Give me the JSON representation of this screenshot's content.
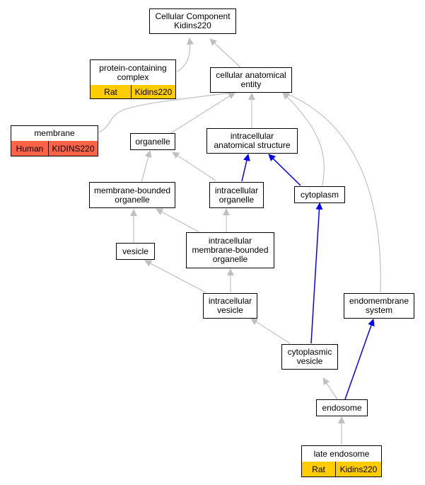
{
  "colors": {
    "is_a_edge": "#c0c0c0",
    "part_of_edge": "#0000ff",
    "rat_fill": "#ffcc00",
    "human_fill": "#ff6347"
  },
  "nodes": {
    "root": {
      "label": "Cellular Component\nKidins220"
    },
    "protein_complex": {
      "label": "protein-containing\ncomplex",
      "species": "Rat",
      "gene": "Kidins220"
    },
    "cellular_anatomical_entity": {
      "label": "cellular anatomical\nentity"
    },
    "membrane": {
      "label": "membrane",
      "species": "Human",
      "gene": "KIDINS220"
    },
    "organelle": {
      "label": "organelle"
    },
    "intracellular_anatomical_structure": {
      "label": "intracellular\nanatomical structure"
    },
    "membrane_bounded_organelle": {
      "label": "membrane-bounded\norganelle"
    },
    "intracellular_organelle": {
      "label": "intracellular\norganelle"
    },
    "cytoplasm": {
      "label": "cytoplasm"
    },
    "vesicle": {
      "label": "vesicle"
    },
    "intracellular_membrane_bounded_organelle": {
      "label": "intracellular\nmembrane-bounded\norganelle"
    },
    "intracellular_vesicle": {
      "label": "intracellular\nvesicle"
    },
    "endomembrane_system": {
      "label": "endomembrane\nsystem"
    },
    "cytoplasmic_vesicle": {
      "label": "cytoplasmic\nvesicle"
    },
    "endosome": {
      "label": "endosome"
    },
    "late_endosome": {
      "label": "late endosome",
      "species": "Rat",
      "gene": "Kidins220"
    }
  }
}
